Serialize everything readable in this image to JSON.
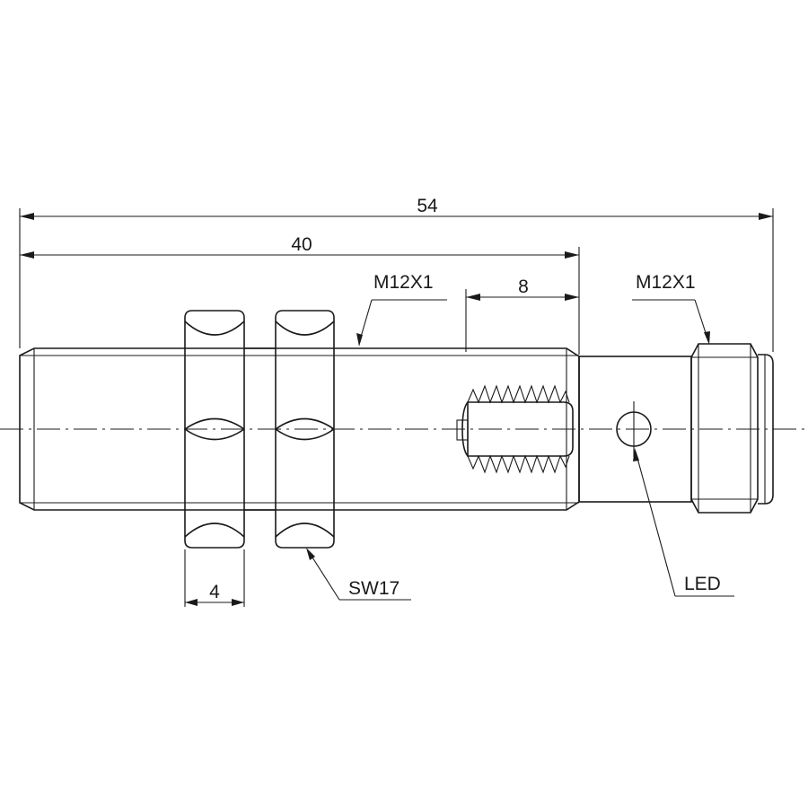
{
  "dimensions": {
    "overall_length": "54",
    "threaded_length": "40",
    "thread_front": "M12X1",
    "thread_rear": "M12X1",
    "window_length": "8",
    "nut_thickness": "4",
    "nut_width": "SW17",
    "led": "LED"
  }
}
